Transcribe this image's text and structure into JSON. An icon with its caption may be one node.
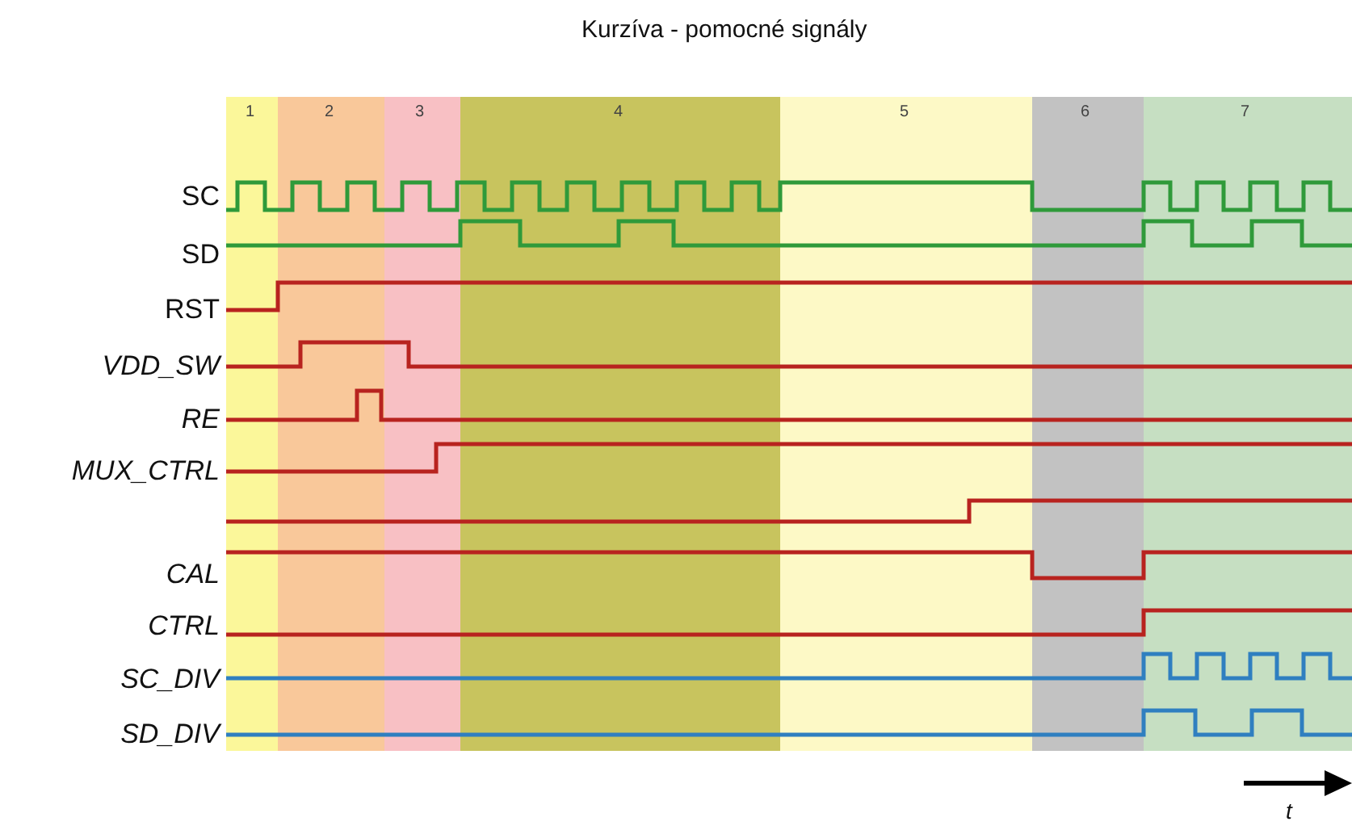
{
  "diagram": {
    "title": "Kurzíva - pomocné signály",
    "labels": [
      "1",
      "2",
      "3",
      "4",
      "5",
      "6",
      "7",
      "SC",
      "SD",
      "RST",
      "VDD_SW",
      "RE",
      "MUX_CTRL",
      "CAL",
      "CTRL",
      "SC_DIV",
      "SD_DIV",
      "t"
    ]
  }
}
